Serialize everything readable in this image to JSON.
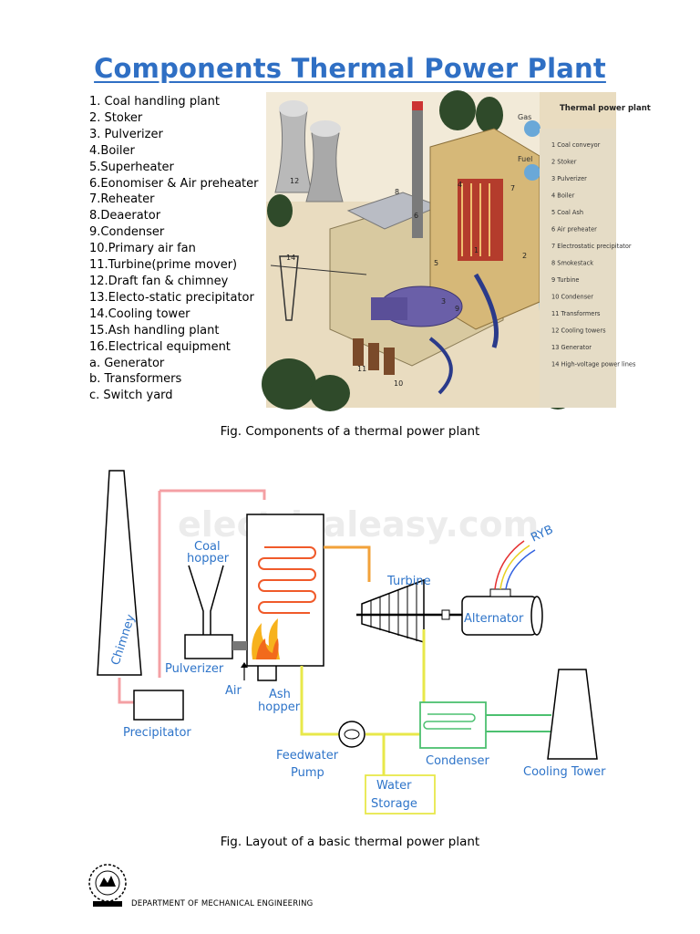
{
  "title": "Components Thermal Power Plant",
  "components": [
    "1.  Coal handling plant",
    "2.  Stoker",
    "3.  Pulverizer",
    "4.Boiler",
    "5.Superheater",
    "6.Eonomiser & Air preheater",
    "7.Reheater",
    "8.Deaerator",
    "9.Condenser",
    "10.Primary air fan",
    "11.Turbine(prime mover)",
    "12.Draft fan & chimney",
    "13.Electo-static precipitator",
    "14.Cooling tower",
    "15.Ash handling plant",
    "16.Electrical equipment",
    "a. Generator",
    "b. Transformers",
    "c. Switch yard"
  ],
  "plant_figure": {
    "heading": "Thermal power plant",
    "gas_label": "Gas",
    "fuel_label": "Fuel",
    "legend": [
      "1 Coal conveyor",
      "2 Stoker",
      "3 Pulverizer",
      "4 Boiler",
      "5 Coal Ash",
      "6 Air preheater",
      "7 Electrostatic precipitator",
      "8 Smokestack",
      "9 Turbine",
      "10 Condenser",
      "11 Transformers",
      "12 Cooling towers",
      "13 Generator",
      "14 High-voltage power lines"
    ],
    "callouts": [
      "12",
      "8",
      "4",
      "14",
      "2",
      "11",
      "10",
      "7",
      "6",
      "3",
      "1",
      "5",
      "9"
    ]
  },
  "caption1": "Fig. Components of a thermal power plant",
  "layout_diagram": {
    "watermark": "electricaleasy.com",
    "labels": {
      "chimney": "Chimney",
      "coal_hopper_1": "Coal",
      "coal_hopper_2": "hopper",
      "pulverizer": "Pulverizer",
      "air": "Air",
      "ash_hopper_1": "Ash",
      "ash_hopper_2": "hopper",
      "precipitator": "Precipitator",
      "turbine": "Turbine",
      "alternator": "Alternator",
      "ryb": "RYB",
      "feedwater_1": "Feedwater",
      "feedwater_2": "Pump",
      "water_storage_1": "Water",
      "water_storage_2": "Storage",
      "condenser": "Condenser",
      "cooling_tower": "Cooling Tower"
    },
    "colors": {
      "label_blue": "#2e74c9",
      "flue_gas": "#f4a0a4",
      "steam": "#f2a23a",
      "feedwater": "#e8e84a",
      "cooling_water": "#4cc070",
      "outline": "#000000"
    }
  },
  "caption2": "Fig. Layout of a basic thermal power plant",
  "footer": {
    "department": "DEPARTMENT OF MECHANICAL ENGINEERING"
  }
}
